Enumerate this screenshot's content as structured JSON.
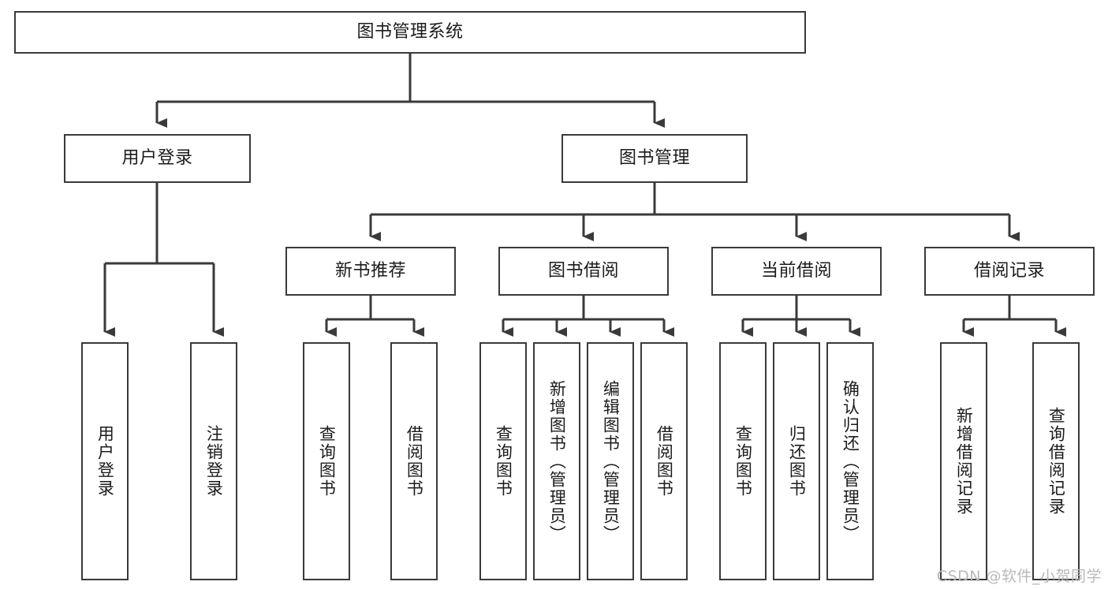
{
  "diagram": {
    "title": "图书管理系统",
    "type": "tree-hierarchy-diagram",
    "colors": {
      "box_border": "#3a3a3a",
      "box_fill": "#ffffff",
      "connector": "#3a3a3a",
      "text": "#1b1b1b",
      "watermark": "#b9b9b9",
      "background": "#ffffff"
    },
    "root": {
      "label": "图书管理系统"
    },
    "level2": [
      {
        "label": "用户登录"
      },
      {
        "label": "图书管理"
      }
    ],
    "level3": [
      {
        "label": "新书推荐"
      },
      {
        "label": "图书借阅"
      },
      {
        "label": "当前借阅"
      },
      {
        "label": "借阅记录"
      }
    ],
    "leaves": {
      "user_login": [
        {
          "label": "用户登录"
        },
        {
          "label": "注销登录"
        }
      ],
      "new_book_recommend": [
        {
          "label": "查询图书"
        },
        {
          "label": "借阅图书"
        }
      ],
      "book_borrow": [
        {
          "label": "查询图书"
        },
        {
          "label": "新增图书（管理员）"
        },
        {
          "label": "编辑图书（管理员）"
        },
        {
          "label": "借阅图书"
        }
      ],
      "current_borrow": [
        {
          "label": "查询图书"
        },
        {
          "label": "归还图书"
        },
        {
          "label": "确认归还（管理员）"
        }
      ],
      "borrow_record": [
        {
          "label": "新增借阅记录"
        },
        {
          "label": "查询借阅记录"
        }
      ]
    }
  },
  "watermark": {
    "text": "CSDN @软件_小贺同学"
  }
}
